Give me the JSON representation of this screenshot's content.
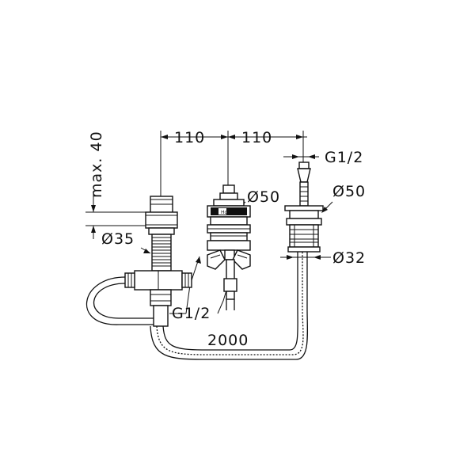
{
  "labels": {
    "max40": "max. 40",
    "dim110_left": "110",
    "dim110_right": "110",
    "g12_top": "G1/2",
    "dia50_mid": "Ø50",
    "dia50_right": "Ø50",
    "dia35": "Ø35",
    "dia32": "Ø32",
    "g12_bottom": "G1/2",
    "hose_length": "2000"
  },
  "stamp": "Hg"
}
